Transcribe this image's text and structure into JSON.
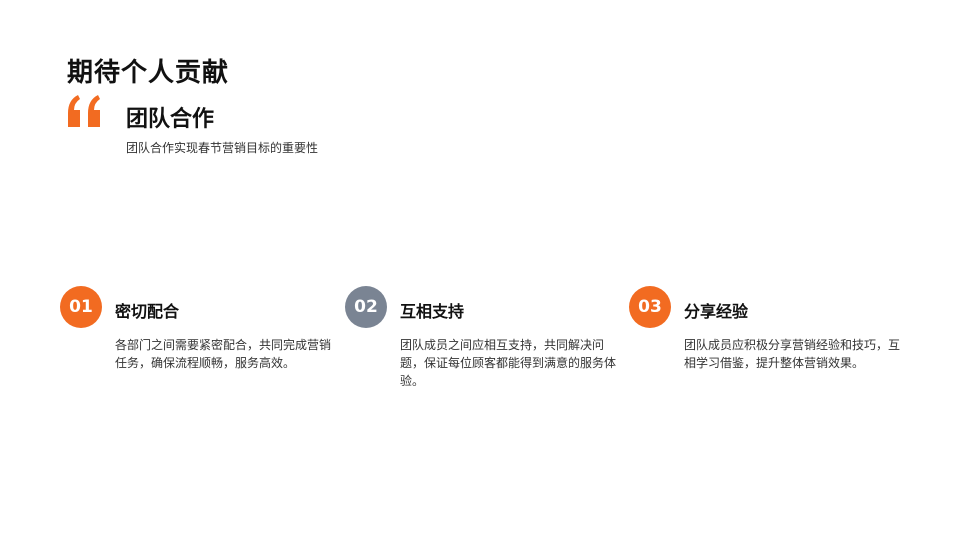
{
  "page": {
    "title": "期待个人贡献"
  },
  "section": {
    "title": "团队合作",
    "subtitle": "团队合作实现春节营销目标的重要性",
    "icon": "quote-icon"
  },
  "colors": {
    "accent_orange": "#F26B21",
    "accent_gray": "#7A8493",
    "text_dark": "#111111",
    "text_body": "#333333"
  },
  "cards": [
    {
      "number": "01",
      "title": "密切配合",
      "text": "各部门之间需要紧密配合，共同完成营销任务，确保流程顺畅，服务高效。",
      "badge_color": "#F26B21"
    },
    {
      "number": "02",
      "title": "互相支持",
      "text": "团队成员之间应相互支持，共同解决问题，保证每位顾客都能得到满意的服务体验。",
      "badge_color": "#7A8493"
    },
    {
      "number": "03",
      "title": "分享经验",
      "text": "团队成员应积极分享营销经验和技巧，互相学习借鉴，提升整体营销效果。",
      "badge_color": "#F26B21"
    }
  ]
}
